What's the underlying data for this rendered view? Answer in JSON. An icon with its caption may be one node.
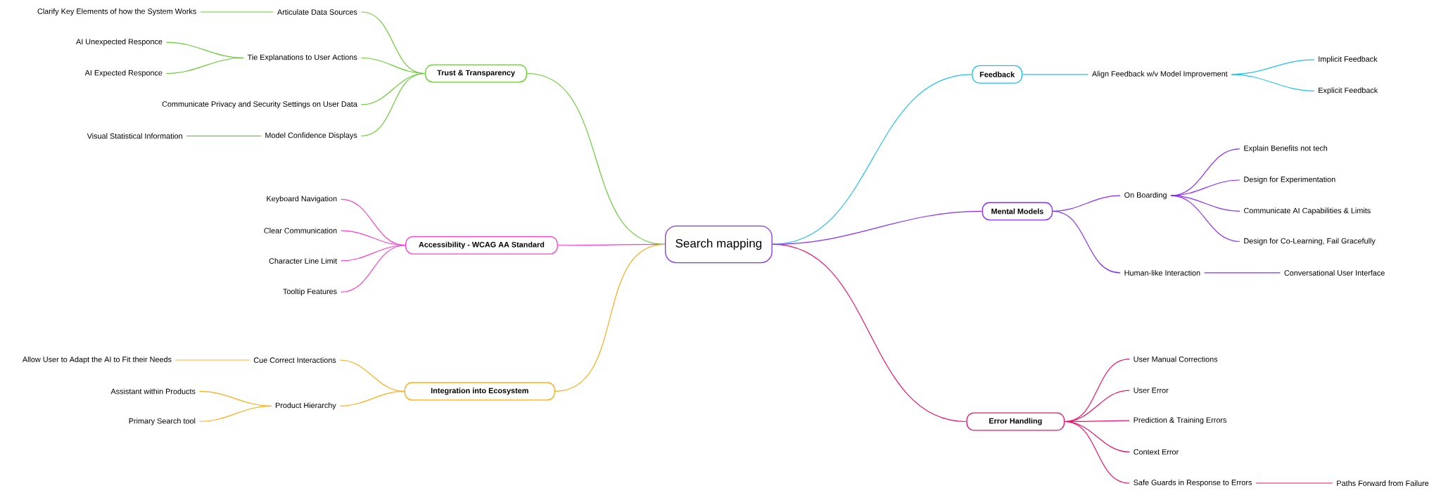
{
  "diagram": {
    "nodes": [
      {
        "text": [
          "Search mapping"
        ]
      },
      {
        "text": [
          "Trust & Transparency"
        ]
      },
      {
        "text": [
          "Articulate Data Sources"
        ]
      },
      {
        "text": [
          "Clarify Key Elements of how the System Works"
        ]
      },
      {
        "text": [
          "Tie Explanations to User Actions"
        ]
      },
      {
        "text": [
          "AI Unexpected Responce"
        ]
      },
      {
        "text": [
          "AI Expected Responce"
        ]
      },
      {
        "text": [
          "Communicate Privacy and Security Settings on User Data"
        ]
      },
      {
        "text": [
          "Model Confidence Displays"
        ]
      },
      {
        "text": [
          "Visual Statistical Information"
        ]
      },
      {
        "text": [
          "Accessibility -  WCAG AA Standard"
        ]
      },
      {
        "text": [
          "Keyboard Navigation"
        ]
      },
      {
        "text": [
          "Clear Communication"
        ]
      },
      {
        "text": [
          "Character Line Limit"
        ]
      },
      {
        "text": [
          "Tooltip Features"
        ]
      },
      {
        "text": [
          "Integration into Ecosystem"
        ]
      },
      {
        "text": [
          "Cue Correct Interactions"
        ]
      },
      {
        "text": [
          "Allow User to Adapt the AI to Fit their Needs"
        ]
      },
      {
        "text": [
          "Product Hierarchy"
        ]
      },
      {
        "text": [
          "Assistant within Products"
        ]
      },
      {
        "text": [
          "Primary Search tool"
        ]
      },
      {
        "text": [
          "Feedback"
        ]
      },
      {
        "text": [
          "Align Feedback w/v Model Improvement"
        ]
      },
      {
        "text": [
          "Implicit Feedback"
        ]
      },
      {
        "text": [
          "Explicit Feedback"
        ]
      },
      {
        "text": [
          "Mental Models"
        ]
      },
      {
        "text": [
          "On Boarding"
        ]
      },
      {
        "text": [
          "Explain Benefits not tech"
        ]
      },
      {
        "text": [
          "Design for Experimentation"
        ]
      },
      {
        "text": [
          "Communicate AI Capabilities & Limits"
        ]
      },
      {
        "text": [
          "Design for Co-Learning, Fail Gracefully"
        ]
      },
      {
        "text": [
          "Human-like Interaction"
        ]
      },
      {
        "text": [
          "Conversational User Interface"
        ]
      },
      {
        "text": [
          "Error Handling"
        ]
      },
      {
        "text": [
          "User Manual Corrections"
        ]
      },
      {
        "text": [
          "User Error"
        ]
      },
      {
        "text": [
          "Prediction & Training Errors"
        ]
      },
      {
        "text": [
          "Context Error"
        ]
      },
      {
        "text": [
          "Safe Guards in Response to Errors"
        ]
      },
      {
        "text": [
          "Paths Forward from Failure"
        ]
      }
    ],
    "edges": [
      {
        "from": 0,
        "to": 1,
        "arrow": "none",
        "color": "#66cc33"
      },
      {
        "from": 1,
        "to": 2,
        "arrow": "none",
        "color": "#66cc33"
      },
      {
        "from": 2,
        "to": 3,
        "arrow": "none",
        "color": "#66cc33"
      },
      {
        "from": 1,
        "to": 4,
        "arrow": "none",
        "color": "#66cc33"
      },
      {
        "from": 4,
        "to": 5,
        "arrow": "none",
        "color": "#66cc33"
      },
      {
        "from": 4,
        "to": 6,
        "arrow": "none",
        "color": "#66cc33"
      },
      {
        "from": 1,
        "to": 7,
        "arrow": "none",
        "color": "#66cc33"
      },
      {
        "from": 1,
        "to": 8,
        "arrow": "none",
        "color": "#66cc33"
      },
      {
        "from": 8,
        "to": 9,
        "arrow": "none",
        "color": "#66cc33"
      },
      {
        "from": 0,
        "to": 10,
        "arrow": "none",
        "color": "#ff3dcc"
      },
      {
        "from": 10,
        "to": 11,
        "arrow": "none",
        "color": "#ff3dcc"
      },
      {
        "from": 10,
        "to": 12,
        "arrow": "none",
        "color": "#ff3dcc"
      },
      {
        "from": 10,
        "to": 13,
        "arrow": "none",
        "color": "#ff3dcc"
      },
      {
        "from": 10,
        "to": 14,
        "arrow": "none",
        "color": "#ff3dcc"
      },
      {
        "from": 0,
        "to": 15,
        "arrow": "none",
        "color": "#ffaa1a"
      },
      {
        "from": 15,
        "to": 16,
        "arrow": "none",
        "color": "#ffaa1a"
      },
      {
        "from": 16,
        "to": 17,
        "arrow": "none",
        "color": "#ffaa1a"
      },
      {
        "from": 15,
        "to": 18,
        "arrow": "none",
        "color": "#ffaa1a"
      },
      {
        "from": 18,
        "to": 19,
        "arrow": "none",
        "color": "#ffaa1a"
      },
      {
        "from": 18,
        "to": 20,
        "arrow": "none",
        "color": "#ffaa1a"
      },
      {
        "from": 0,
        "to": 21,
        "arrow": "none",
        "color": "#1ec0f0"
      },
      {
        "from": 21,
        "to": 22,
        "arrow": "none",
        "color": "#1ec0f0"
      },
      {
        "from": 22,
        "to": 23,
        "arrow": "none",
        "color": "#1ec0f0"
      },
      {
        "from": 22,
        "to": 24,
        "arrow": "none",
        "color": "#1ec0f0"
      },
      {
        "from": 0,
        "to": 25,
        "arrow": "none",
        "color": "#8a2bff"
      },
      {
        "from": 25,
        "to": 26,
        "arrow": "none",
        "color": "#8a2bff"
      },
      {
        "from": 26,
        "to": 27,
        "arrow": "none",
        "color": "#8a2bff"
      },
      {
        "from": 26,
        "to": 28,
        "arrow": "none",
        "color": "#8a2bff"
      },
      {
        "from": 26,
        "to": 29,
        "arrow": "none",
        "color": "#8a2bff"
      },
      {
        "from": 26,
        "to": 30,
        "arrow": "none",
        "color": "#8a2bff"
      },
      {
        "from": 25,
        "to": 31,
        "arrow": "none",
        "color": "#8a2bff"
      },
      {
        "from": 31,
        "to": 32,
        "arrow": "none",
        "color": "#8a2bff"
      },
      {
        "from": 0,
        "to": 33,
        "arrow": "none",
        "color": "#f0106a"
      },
      {
        "from": 33,
        "to": 34,
        "arrow": "none",
        "color": "#f0106a"
      },
      {
        "from": 33,
        "to": 35,
        "arrow": "none",
        "color": "#f0106a"
      },
      {
        "from": 33,
        "to": 36,
        "arrow": "none",
        "color": "#f0106a"
      },
      {
        "from": 33,
        "to": 37,
        "arrow": "none",
        "color": "#f0106a"
      },
      {
        "from": 33,
        "to": 38,
        "arrow": "none",
        "color": "#f0106a"
      },
      {
        "from": 38,
        "to": 39,
        "arrow": "none",
        "color": "#f0106a"
      }
    ]
  }
}
